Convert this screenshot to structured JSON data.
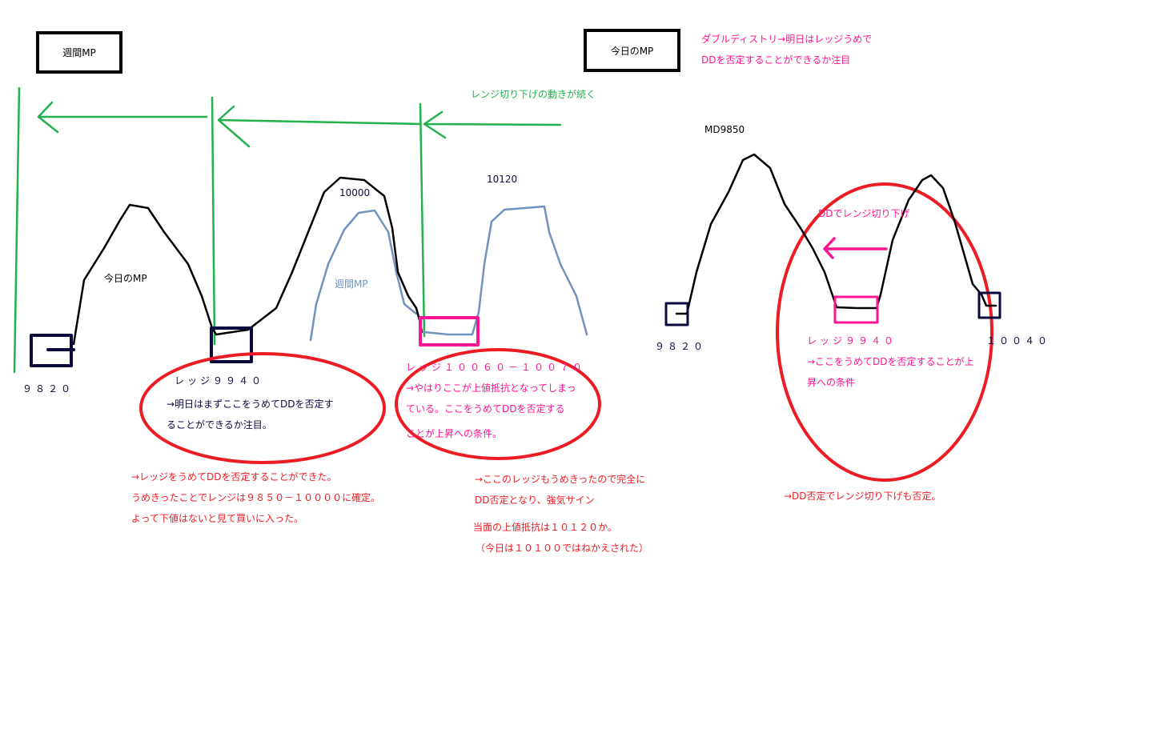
{
  "title_boxes": {
    "weekly_mp": "週間MP",
    "today_mp": "今日のMP"
  },
  "header_note": {
    "line1": "ダブルディストリ→明日はレッジうめで",
    "line2": "DDを否定することができるか注目"
  },
  "left_diagram": {
    "green_note": "レンジ切り下げの動きが続く",
    "label_today_mp": "今日のMP",
    "label_weekly_mp": "週間MP",
    "label_10000": "10000",
    "label_10120": "10120",
    "label_9820": "９８２０",
    "ellipse1": {
      "line1": "レッジ９９４０",
      "line2": "→明日はまずここをうめてDDを否定す",
      "line3": "ることができるか注目。"
    },
    "ellipse2": {
      "line1": "レッジ１００６０－１００７０",
      "line2": "→やはりここが上値抵抗となってしまっ",
      "line3": "ている。ここをうめてDDを否定する",
      "line4": "ことが上昇への条件。"
    },
    "result1": {
      "line1": "→レッジをうめてDDを否定することができた。",
      "line2": "うめきったことでレンジは９８５０－１００００に確定。",
      "line3": "よって下値はないと見て買いに入った。"
    },
    "result2": {
      "line1": "→ここのレッジもうめきったので完全に",
      "line2": "DD否定となり、強気サイン",
      "line3": "当面の上値抵抗は１０１２０か。",
      "line4": "（今日は１０１００ではねかえされた）"
    }
  },
  "right_diagram": {
    "label_md": "MD9850",
    "label_9820": "９８２０",
    "label_10040": "１００４０",
    "arrow_note": "DDでレンジ切り下げ",
    "ellipse": {
      "line1": "レッジ９９４０",
      "line2": "→ここをうめてDDを否定することが上",
      "line3": "昇への条件"
    },
    "result": "→DD否定でレンジ切り下げも否定。"
  },
  "colors": {
    "black": "#000000",
    "navy": "#0a0a3c",
    "red": "#ed1c24",
    "pink": "#ff1493",
    "green": "#22b14c",
    "blue_gray": "#7092be"
  }
}
